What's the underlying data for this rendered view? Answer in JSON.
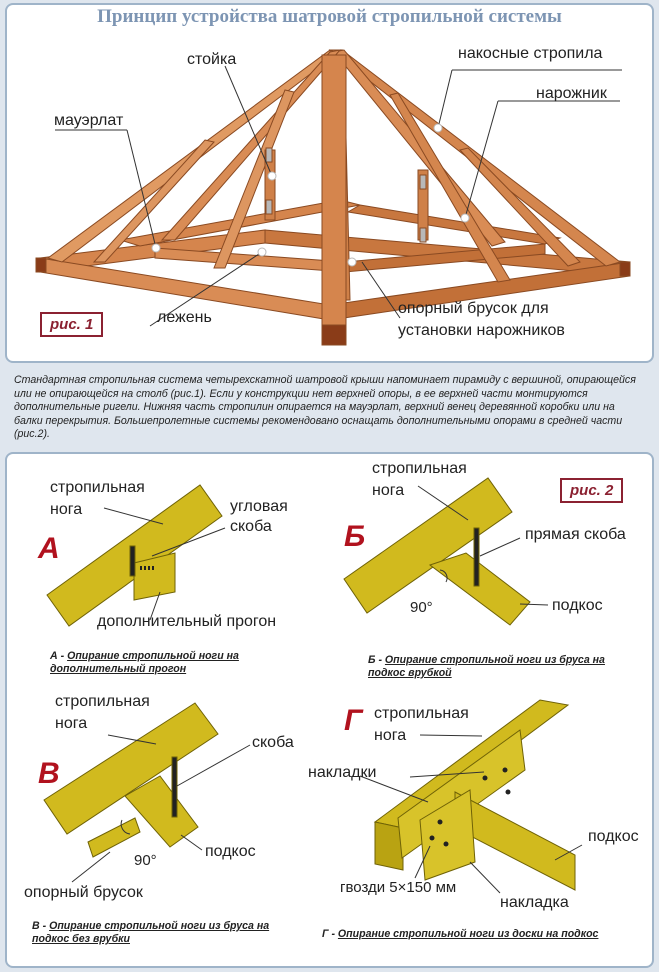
{
  "title": "Принцип устройства шатровой стропильной системы",
  "fig1": {
    "tag": "рис. 1",
    "labels": {
      "stoyka": "стойка",
      "nakosnye": "накосные стропила",
      "narozhnik": "нарожник",
      "mauerlat": "мауэрлат",
      "lezhen": "лежень",
      "opornyi_line1": "опорный брусок для",
      "opornyi_line2": "установки нарожников"
    }
  },
  "description": "Стандартная стропильная система четырехскатной шатровой крыши напоминает пирамиду с вершиной, опирающейся или не опирающейся на столб (рис.1). Если у конструкции нет верхней опоры, в ее верхней части монтируются дополнительные ригели. Нижняя часть стропилин опирается на мауэрлат, верхний венец деревянной коробки или на балки перекрытия. Большепролетные системы рекомендовано оснащать дополнительными опорами в средней части (рис.2).",
  "fig2": {
    "tag": "рис. 2",
    "A": {
      "letter": "А",
      "leg1": "стропильная",
      "leg2": "нога",
      "skoba1": "угловая",
      "skoba2": "скоба",
      "progon": "дополнительный прогон",
      "cap_prefix": "А - ",
      "cap_text": "Опирание стропильной ноги на дополнительный прогон"
    },
    "B": {
      "letter": "Б",
      "leg1": "стропильная",
      "leg2": "нога",
      "skoba": "прямая скоба",
      "angle": "90°",
      "podkos": "подкос",
      "cap_prefix": "Б - ",
      "cap_text": "Опирание стропильной ноги из бруса на подкос врубкой"
    },
    "V": {
      "letter": "В",
      "leg1": "стропильная",
      "leg2": "нога",
      "skoba": "скоба",
      "angle": "90°",
      "podkos": "подкос",
      "brusok": "опорный брусок",
      "cap_prefix": "В - ",
      "cap_text": "Опирание стропильной ноги из бруса на подкос без врубки"
    },
    "G": {
      "letter": "Г",
      "leg1": "стропильная",
      "leg2": "нога",
      "nakladki": "накладки",
      "podkos": "подкос",
      "gvozdi": "гвозди 5×150 мм",
      "nakladka": "накладка",
      "cap_prefix": "Г - ",
      "cap_text": "Опирание стропильной ноги из доски на подкос"
    }
  },
  "colors": {
    "wood": "#d5854d",
    "wood_dark": "#a95a2c",
    "beam": "#d1ba1e",
    "beam_dark": "#8a7a08",
    "tag_border": "#8b2131",
    "letter": "#b1121e",
    "title": "#7d95b3"
  }
}
